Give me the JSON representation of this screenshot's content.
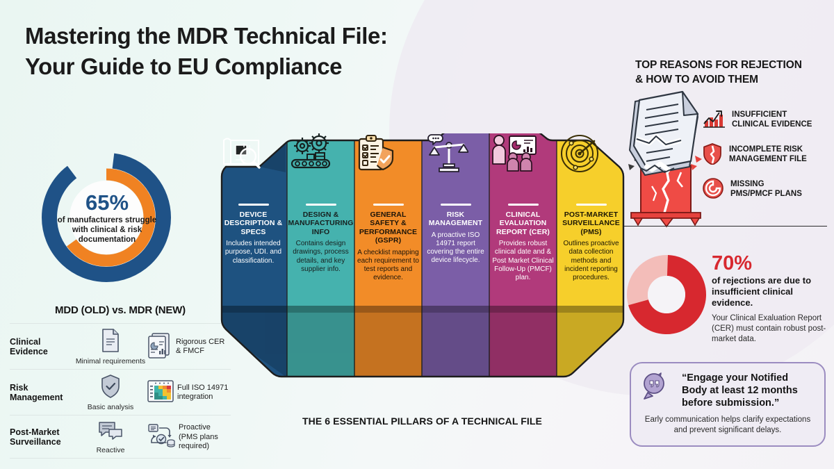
{
  "title": {
    "line1": "Mastering the MDR Technical File:",
    "line2": "Your Guide to EU Compliance"
  },
  "donut_stat": {
    "percent": "65%",
    "caption": "of manufacturers struggle with clinical & risk documentation",
    "ring_color": "#1f5287",
    "arc_color": "#f08222"
  },
  "comparison": {
    "title": "MDD (OLD) vs. MDR (NEW)",
    "rows": [
      {
        "category": "Clinical Evidence",
        "old_label": "Minimal requirements",
        "old_icon": "document-icon",
        "new_label": "Rigorous CER & FMCF",
        "new_icon": "report-chart-icon"
      },
      {
        "category": "Risk Management",
        "old_label": "Basic analysis",
        "old_icon": "shield-check-icon",
        "new_label": "Full ISO 14971 integration",
        "new_icon": "risk-matrix-icon"
      },
      {
        "category": "Post-Market Surveillance",
        "old_label": "Reactive",
        "old_icon": "speech-bubbles-icon",
        "new_label": "Proactive (PMS plans required)",
        "new_icon": "process-loop-icon"
      }
    ]
  },
  "pillars": {
    "caption": "THE 6 ESSENTIAL PILLARS OF A TECHNICAL FILE",
    "items": [
      {
        "title": "DEVICE DESCRIPTION & SPECS",
        "desc": "Includes intended purpose, UDI. and classification.",
        "color": "#1e5280",
        "text_color": "#ffffff",
        "rule_color": "#ffffff",
        "icon": "blueprint-magnifier-icon"
      },
      {
        "title": "DESIGN & MANUFACTURING INFO",
        "desc": "Contains design drawings, process details, and key supplier info.",
        "color": "#45b2ae",
        "text_color": "#17201f",
        "rule_color": "#ffffff",
        "icon": "gears-conveyor-icon"
      },
      {
        "title": "GENERAL SAFETY & PERFORMANCE (GSPR)",
        "desc": "A checklist mapping each requirement to test reports and evidence.",
        "color": "#f28c28",
        "text_color": "#1c1409",
        "rule_color": "#ffffff",
        "icon": "clipboard-shield-icon"
      },
      {
        "title": "RISK MANAGEMENT",
        "desc": "A proactive ISO 14971 report covering the entire device lifecycle.",
        "color": "#7b5ea7",
        "text_color": "#ffffff",
        "rule_color": "#ffffff",
        "icon": "scales-balance-icon"
      },
      {
        "title": "CLINICAL EVALUATION REPORT (CER)",
        "desc": "Provides robust clinical date and & Post Market Clinical Follow-Up (PMCF) plan.",
        "color": "#b13a7b",
        "text_color": "#ffffff",
        "rule_color": "#ffffff",
        "icon": "people-chart-icon"
      },
      {
        "title": "POST-MARKET SURVEILLANCE (PMS)",
        "desc": "Outlines proactive data collection methods and incident reporting procedures.",
        "color": "#f6cf2b",
        "text_color": "#1d1704",
        "rule_color": "#ffffff",
        "icon": "radar-target-icon"
      }
    ]
  },
  "rejection": {
    "title_line1": "TOP REASONS FOR REJECTION",
    "title_line2": "& HOW TO AVOID THEM",
    "artwork_icon": "torn-document-cracked-block-icon",
    "reasons": [
      {
        "label_line1": "INSUFFICIENT",
        "label_line2": "CLINICAL EVIDENCE",
        "icon": "bar-chart-trend-icon"
      },
      {
        "label_line1": "INCOMPLETE RISK",
        "label_line2": "MANAGEMENT FILE",
        "icon": "cracked-shield-icon"
      },
      {
        "label_line1": "MISSING",
        "label_line2": "PMS/PMCF PLANS",
        "icon": "spiral-target-icon"
      }
    ]
  },
  "stat70": {
    "percent": "70%",
    "lead": "of rejections are due to insufficient clinical evidence.",
    "sub": "Your Clinical Exaluation Report (CER) must contain robust post-market data.",
    "value_color": "#d7282f",
    "track_color": "#f3bdb9",
    "share": 70
  },
  "quote": {
    "icon": "quote-bubble-icon",
    "text": "“Engage your Notified Body at least 12 months before submission.”",
    "sub": "Early communication helps clarify expectations and prevent significant delays.",
    "border_color": "#9b8cc0"
  }
}
